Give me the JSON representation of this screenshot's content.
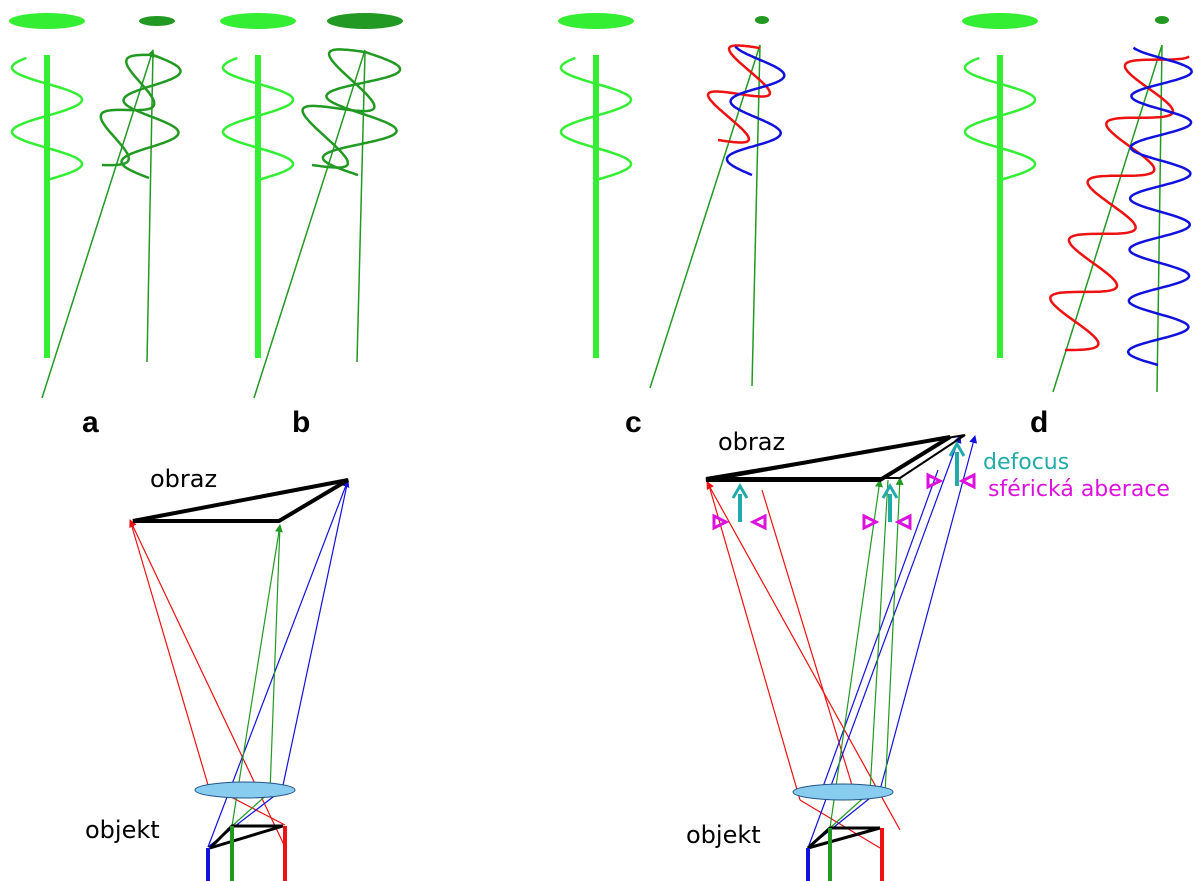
{
  "panels": {
    "a": "a",
    "b": "b",
    "c": "c",
    "d": "d"
  },
  "labels": {
    "image_left": "obraz",
    "object_left": "objekt",
    "image_right": "obraz",
    "object_right": "objekt",
    "defocus": "defocus",
    "spherical_aberration": "sférická aberace"
  },
  "colors": {
    "bright_green": "#33ee33",
    "dark_green": "#229922",
    "red": "#ee1111",
    "blue": "#1111dd",
    "lens": "#88ccf0",
    "defocus": "#22aaaa",
    "spherical_aberration": "#dd11dd"
  }
}
